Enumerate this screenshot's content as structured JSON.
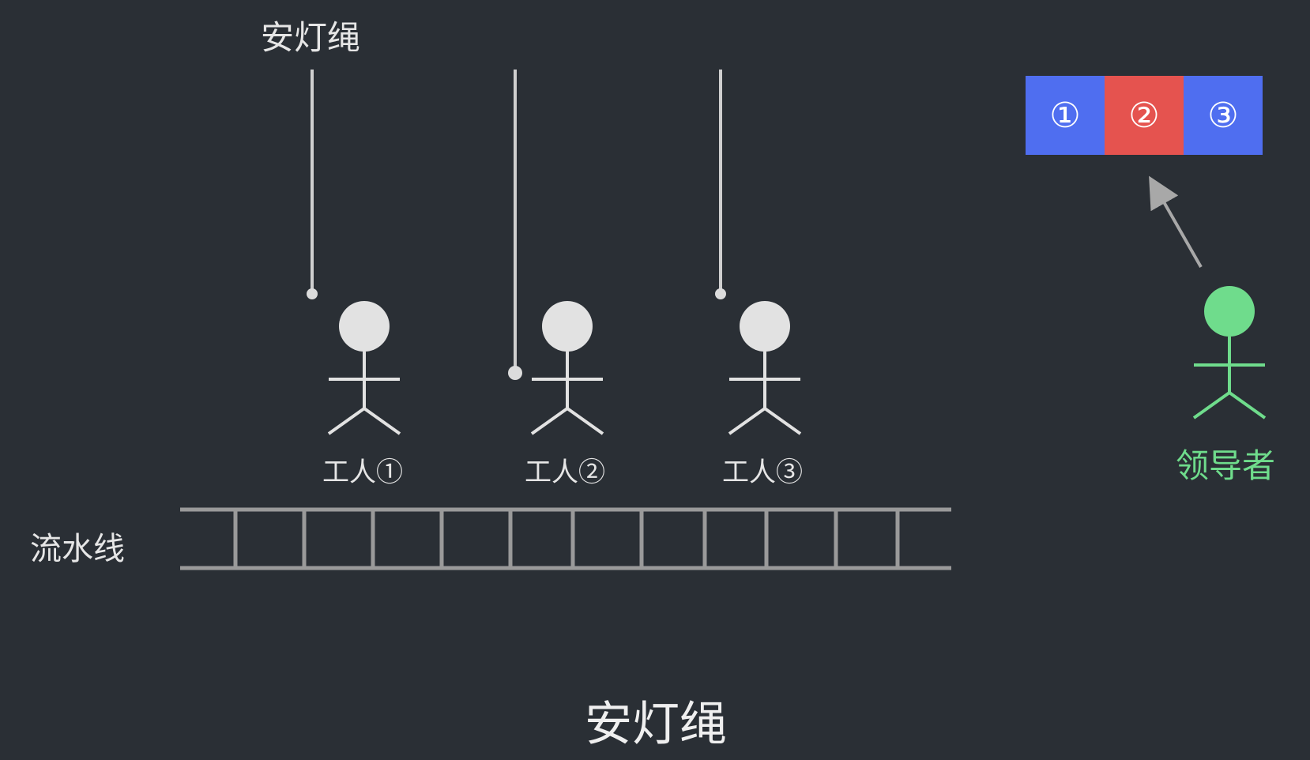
{
  "top_title": "安灯绳",
  "pipeline_label": "流水线",
  "caption": "安灯绳",
  "workers": [
    {
      "label": "工人①",
      "rope_pulled": false
    },
    {
      "label": "工人②",
      "rope_pulled": true
    },
    {
      "label": "工人③",
      "rope_pulled": false
    }
  ],
  "leader_label": "领导者",
  "queue": [
    {
      "text": "①",
      "color": "#4f6ef0"
    },
    {
      "text": "②",
      "color": "#e5534f"
    },
    {
      "text": "③",
      "color": "#4f6ef0"
    }
  ],
  "colors": {
    "background": "#2a2f35",
    "worker": "#e2e2e2",
    "rope": "#cfcfcf",
    "pipeline": "#9a9a9a",
    "leader": "#6fdc8c",
    "arrow": "#a8a8a8"
  }
}
